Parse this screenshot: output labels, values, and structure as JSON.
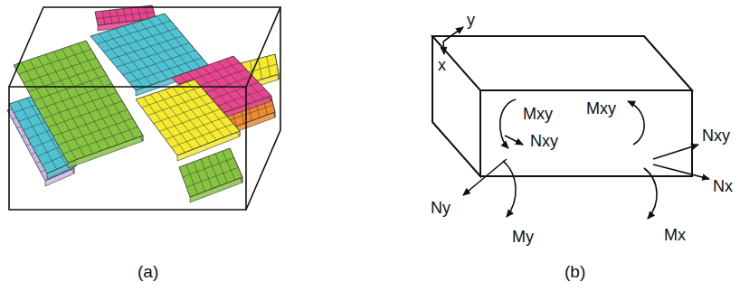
{
  "diagram": {
    "labels": [
      "(a)",
      "(b)",
      "y",
      "x",
      "Mxy",
      "Ny",
      "Nxy",
      "My",
      "Mxy",
      "Nxy",
      "Nx",
      "Mx"
    ]
  }
}
